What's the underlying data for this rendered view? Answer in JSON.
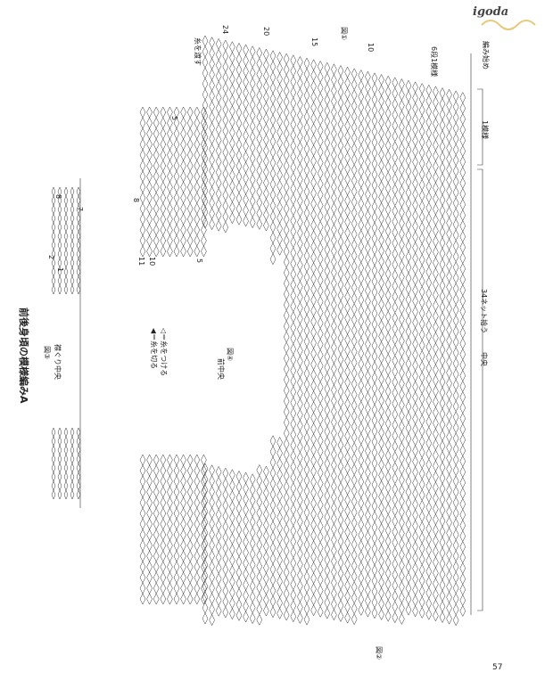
{
  "header": {
    "brand": "igoda",
    "page_number": "57",
    "section_title": "前後身頃の模様編みA"
  },
  "legend": {
    "attach": "◁＝糸をつける",
    "cut": "◀＝糸を切る"
  },
  "figures": {
    "fig1": "図①",
    "fig2": "図②",
    "fig3": "図③",
    "fig4": "図④",
    "fig3_center": "襟ぐり中央",
    "fig4_center": "前中央",
    "center": "中央",
    "center_count": "34ネット拾う",
    "pattern_repeat": "1模様",
    "pattern_rows": "6段1模様",
    "pass_yarn": "糸を渡す",
    "start": "編み始め"
  },
  "row_numbers": {
    "top": [
      "24",
      "20",
      "15",
      "10"
    ],
    "left_block": [
      "5",
      "8",
      "11",
      "10",
      "5"
    ],
    "fig3_rows": [
      "8",
      "7",
      "2",
      "1"
    ]
  },
  "colors": {
    "ink": "#333333",
    "accent": "#e7c97a",
    "paper": "#ffffff"
  }
}
